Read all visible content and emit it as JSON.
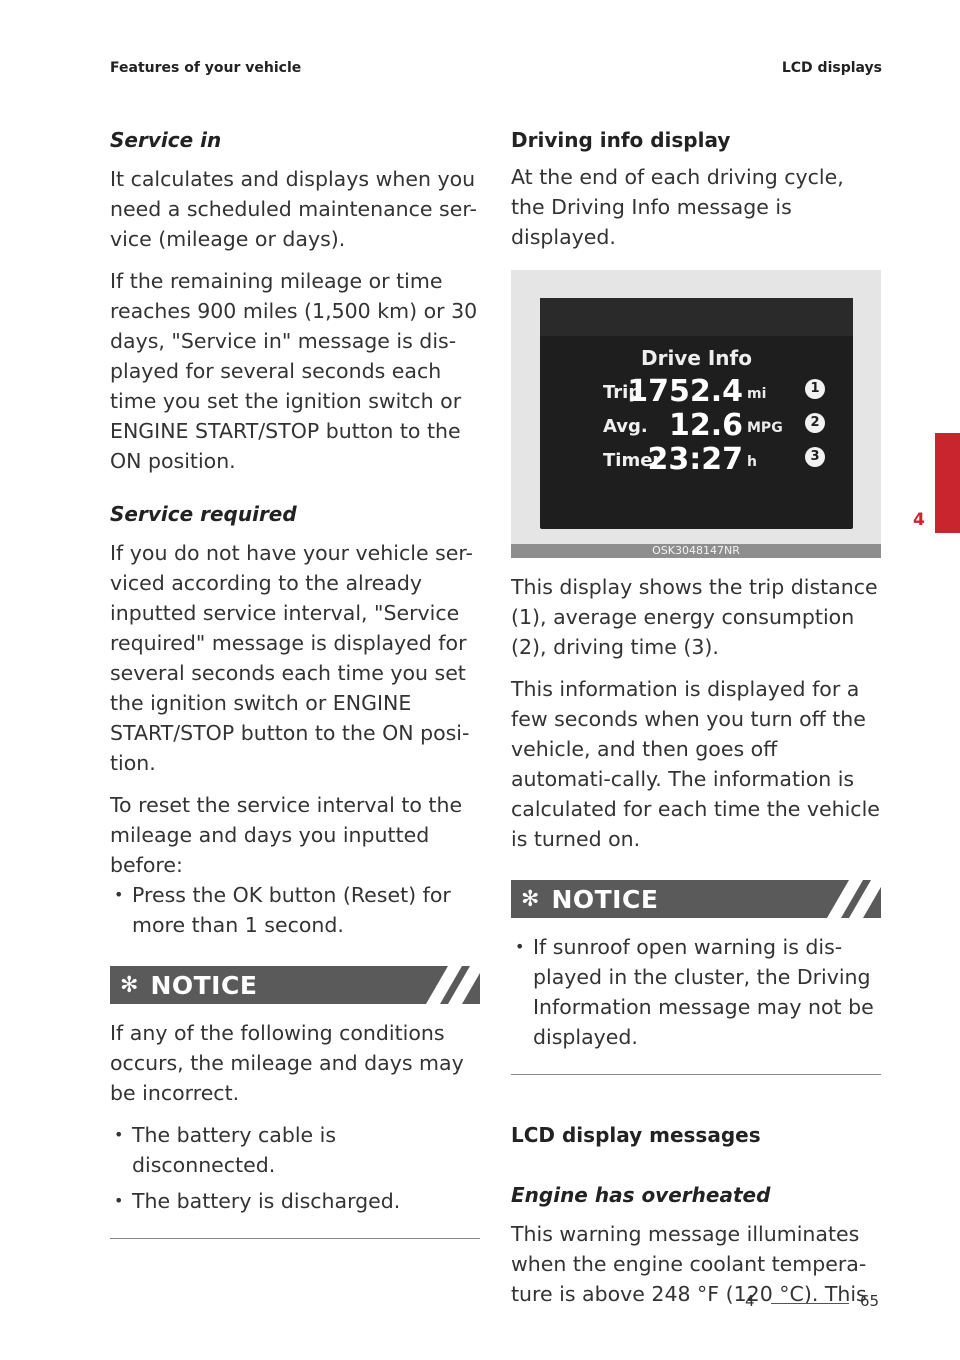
{
  "header": {
    "left": "Features of your vehicle",
    "right": "LCD displays"
  },
  "left_column": {
    "service_in": {
      "heading": "Service in",
      "p1": "It calculates and displays when you need a scheduled maintenance ser-vice (mileage or days).",
      "p2": "If the remaining mileage or time reaches 900 miles (1,500 km) or 30 days, \"Service in\" message is dis-played for several seconds each time you set the ignition switch or ENGINE START/STOP button to the ON position."
    },
    "service_required": {
      "heading": "Service required",
      "p1": "If you do not have your vehicle ser-viced according to the already inputted service interval, \"Service required\" message is displayed for several seconds each time you set the ignition switch or ENGINE START/STOP button to the ON posi-tion.",
      "p2": "To reset the service interval to the mileage and days you inputted before:",
      "bullet1": "Press the OK button (Reset) for more than 1 second."
    },
    "notice": {
      "title": "NOTICE",
      "intro": "If any of the following conditions occurs, the mileage and days may be incorrect.",
      "bullets": [
        "The battery cable is disconnected.",
        "The battery is discharged."
      ]
    }
  },
  "right_column": {
    "driving_info": {
      "heading": "Driving info display",
      "p1": "At the end of each driving cycle, the Driving Info message is displayed."
    },
    "display": {
      "title": "Drive Info",
      "rows": [
        {
          "label": "Trip",
          "value": "1752.4",
          "unit": "mi",
          "num": "1"
        },
        {
          "label": "Avg.",
          "value": "12.6",
          "unit": "MPG",
          "num": "2"
        },
        {
          "label": "Timer",
          "value": "23:27",
          "unit": "h",
          "num": "3"
        }
      ],
      "code": "OSK3048147NR"
    },
    "p2": "This display shows the trip distance (1), average energy consumption (2), driving time (3).",
    "p3": "This information is displayed for a few seconds when you turn off the vehicle, and then goes off automati-cally. The information is calculated for each time the vehicle is turned on.",
    "notice": {
      "title": "NOTICE",
      "bullets": [
        "If sunroof open warning is dis-played in the cluster, the Driving Information message may not be displayed."
      ]
    },
    "lcd_messages_heading": "LCD display messages",
    "engine": {
      "heading": "Engine has overheated",
      "p1": "This warning message illuminates when the engine coolant tempera-ture is above 248 °F (120 °C). This"
    }
  },
  "side_tab": {
    "number": "4",
    "color": "#c9252f"
  },
  "footer": {
    "chapter": "4",
    "page": "65"
  }
}
